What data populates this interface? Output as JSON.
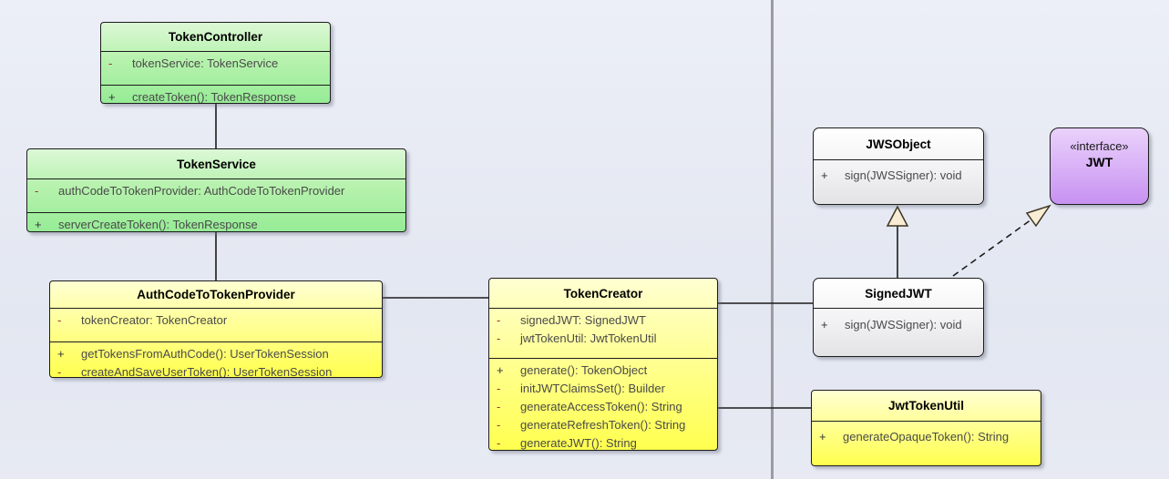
{
  "diagram": {
    "type": "uml-class-diagram",
    "colors": {
      "green_fill_top": "#dcf8d6",
      "green_fill_bottom": "#96ec96",
      "yellow_fill_top": "#ffffd2",
      "yellow_fill_bottom": "#ffff4f",
      "white_fill_top": "#ffffff",
      "white_fill_bottom": "#e3e3e6",
      "purple_fill_top": "#ead2fb",
      "purple_fill_bottom": "#c791f1",
      "background": "#e8ebf4",
      "page_break_line": "#9b9ba1",
      "arrowhead_fill": "#f8ecd5",
      "visibility_minus": "#993333",
      "visibility_plus": "#333333"
    },
    "classes": [
      {
        "name": "TokenController",
        "fill": "green",
        "attributes": [
          {
            "visibility": "-",
            "signature": "tokenService: TokenService"
          }
        ],
        "methods": [
          {
            "visibility": "+",
            "signature": "createToken(): TokenResponse"
          }
        ]
      },
      {
        "name": "TokenService",
        "fill": "green",
        "attributes": [
          {
            "visibility": "-",
            "signature": "authCodeToTokenProvider: AuthCodeToTokenProvider"
          }
        ],
        "methods": [
          {
            "visibility": "+",
            "signature": "serverCreateToken(): TokenResponse"
          }
        ]
      },
      {
        "name": "AuthCodeToTokenProvider",
        "fill": "yellow",
        "attributes": [
          {
            "visibility": "-",
            "signature": "tokenCreator: TokenCreator"
          }
        ],
        "methods": [
          {
            "visibility": "+",
            "signature": "getTokensFromAuthCode(): UserTokenSession"
          },
          {
            "visibility": "-",
            "signature": "createAndSaveUserToken(): UserTokenSession"
          }
        ]
      },
      {
        "name": "TokenCreator",
        "fill": "yellow",
        "attributes": [
          {
            "visibility": "-",
            "signature": "signedJWT: SignedJWT"
          },
          {
            "visibility": "-",
            "signature": "jwtTokenUtil: JwtTokenUtil"
          }
        ],
        "methods": [
          {
            "visibility": "+",
            "signature": "generate(): TokenObject"
          },
          {
            "visibility": "-",
            "signature": "initJWTClaimsSet(): Builder"
          },
          {
            "visibility": "-",
            "signature": "generateAccessToken(): String"
          },
          {
            "visibility": "-",
            "signature": "generateRefreshToken(): String"
          },
          {
            "visibility": "-",
            "signature": "generateJWT(): String"
          }
        ]
      },
      {
        "name": "JWSObject",
        "fill": "white",
        "attributes": [],
        "methods": [
          {
            "visibility": "+",
            "signature": "sign(JWSSigner): void"
          }
        ]
      },
      {
        "name": "SignedJWT",
        "fill": "white",
        "attributes": [],
        "methods": [
          {
            "visibility": "+",
            "signature": "sign(JWSSigner): void"
          }
        ]
      },
      {
        "name": "JWT",
        "stereotype": "«interface»",
        "fill": "purple",
        "attributes": [],
        "methods": []
      },
      {
        "name": "JwtTokenUtil",
        "fill": "yellow",
        "attributes": [],
        "methods": [
          {
            "visibility": "+",
            "signature": "generateOpaqueToken(): String"
          }
        ]
      }
    ],
    "relationships": [
      {
        "from": "TokenController",
        "to": "TokenService",
        "type": "association"
      },
      {
        "from": "TokenService",
        "to": "AuthCodeToTokenProvider",
        "type": "association"
      },
      {
        "from": "AuthCodeToTokenProvider",
        "to": "TokenCreator",
        "type": "association"
      },
      {
        "from": "TokenCreator",
        "to": "SignedJWT",
        "type": "association"
      },
      {
        "from": "TokenCreator",
        "to": "JwtTokenUtil",
        "type": "association"
      },
      {
        "from": "SignedJWT",
        "to": "JWSObject",
        "type": "generalization"
      },
      {
        "from": "SignedJWT",
        "to": "JWT",
        "type": "realization"
      }
    ]
  }
}
